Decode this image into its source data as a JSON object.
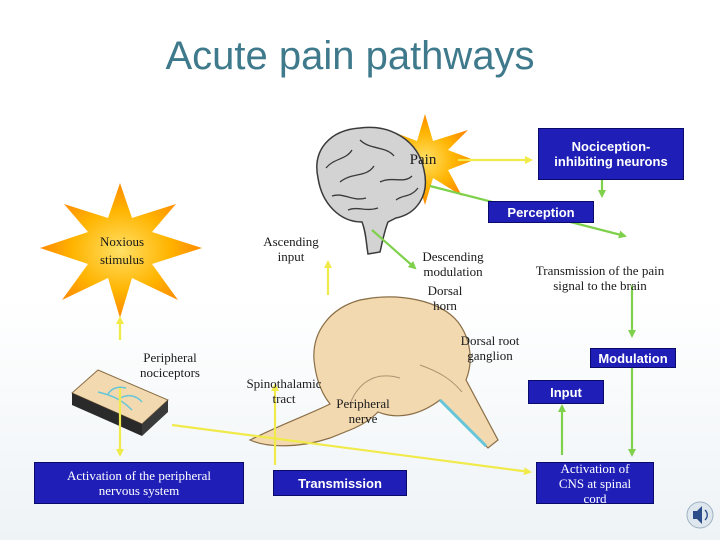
{
  "title": "Acute pain pathways",
  "labels": {
    "pain": "Pain",
    "noxious_stimulus": "Noxious stimulus",
    "ascending_input": "Ascending input",
    "descending_modulation": "Descending modulation",
    "dorsal_horn": "Dorsal horn",
    "transmission_to_brain": "Transmission of the pain signal to the brain",
    "dorsal_root_ganglion": "Dorsal root ganglion",
    "peripheral_nociceptors": "Peripheral nociceptors",
    "spinothalamic_tract": "Spinothalamic tract",
    "peripheral_nerve": "Peripheral nerve"
  },
  "boxes": {
    "nociception_inhibiting": "Nociception-inhibiting neurons",
    "perception": "Perception",
    "modulation": "Modulation",
    "input": "Input",
    "activation_peripheral": "Activation of the peripheral nervous system",
    "transmission": "Transmission",
    "activation_cns": "Activation of CNS at spinal cord"
  },
  "colors": {
    "title": "#3e7a8c",
    "box_fill": "#1f1fb8",
    "arrow_yellow": "#f0ea4a",
    "arrow_green": "#7fd04a",
    "star_fill": "#ffb400",
    "spinal_fill": "#f2d9b0"
  },
  "icons": {
    "sound": "speaker-icon"
  }
}
